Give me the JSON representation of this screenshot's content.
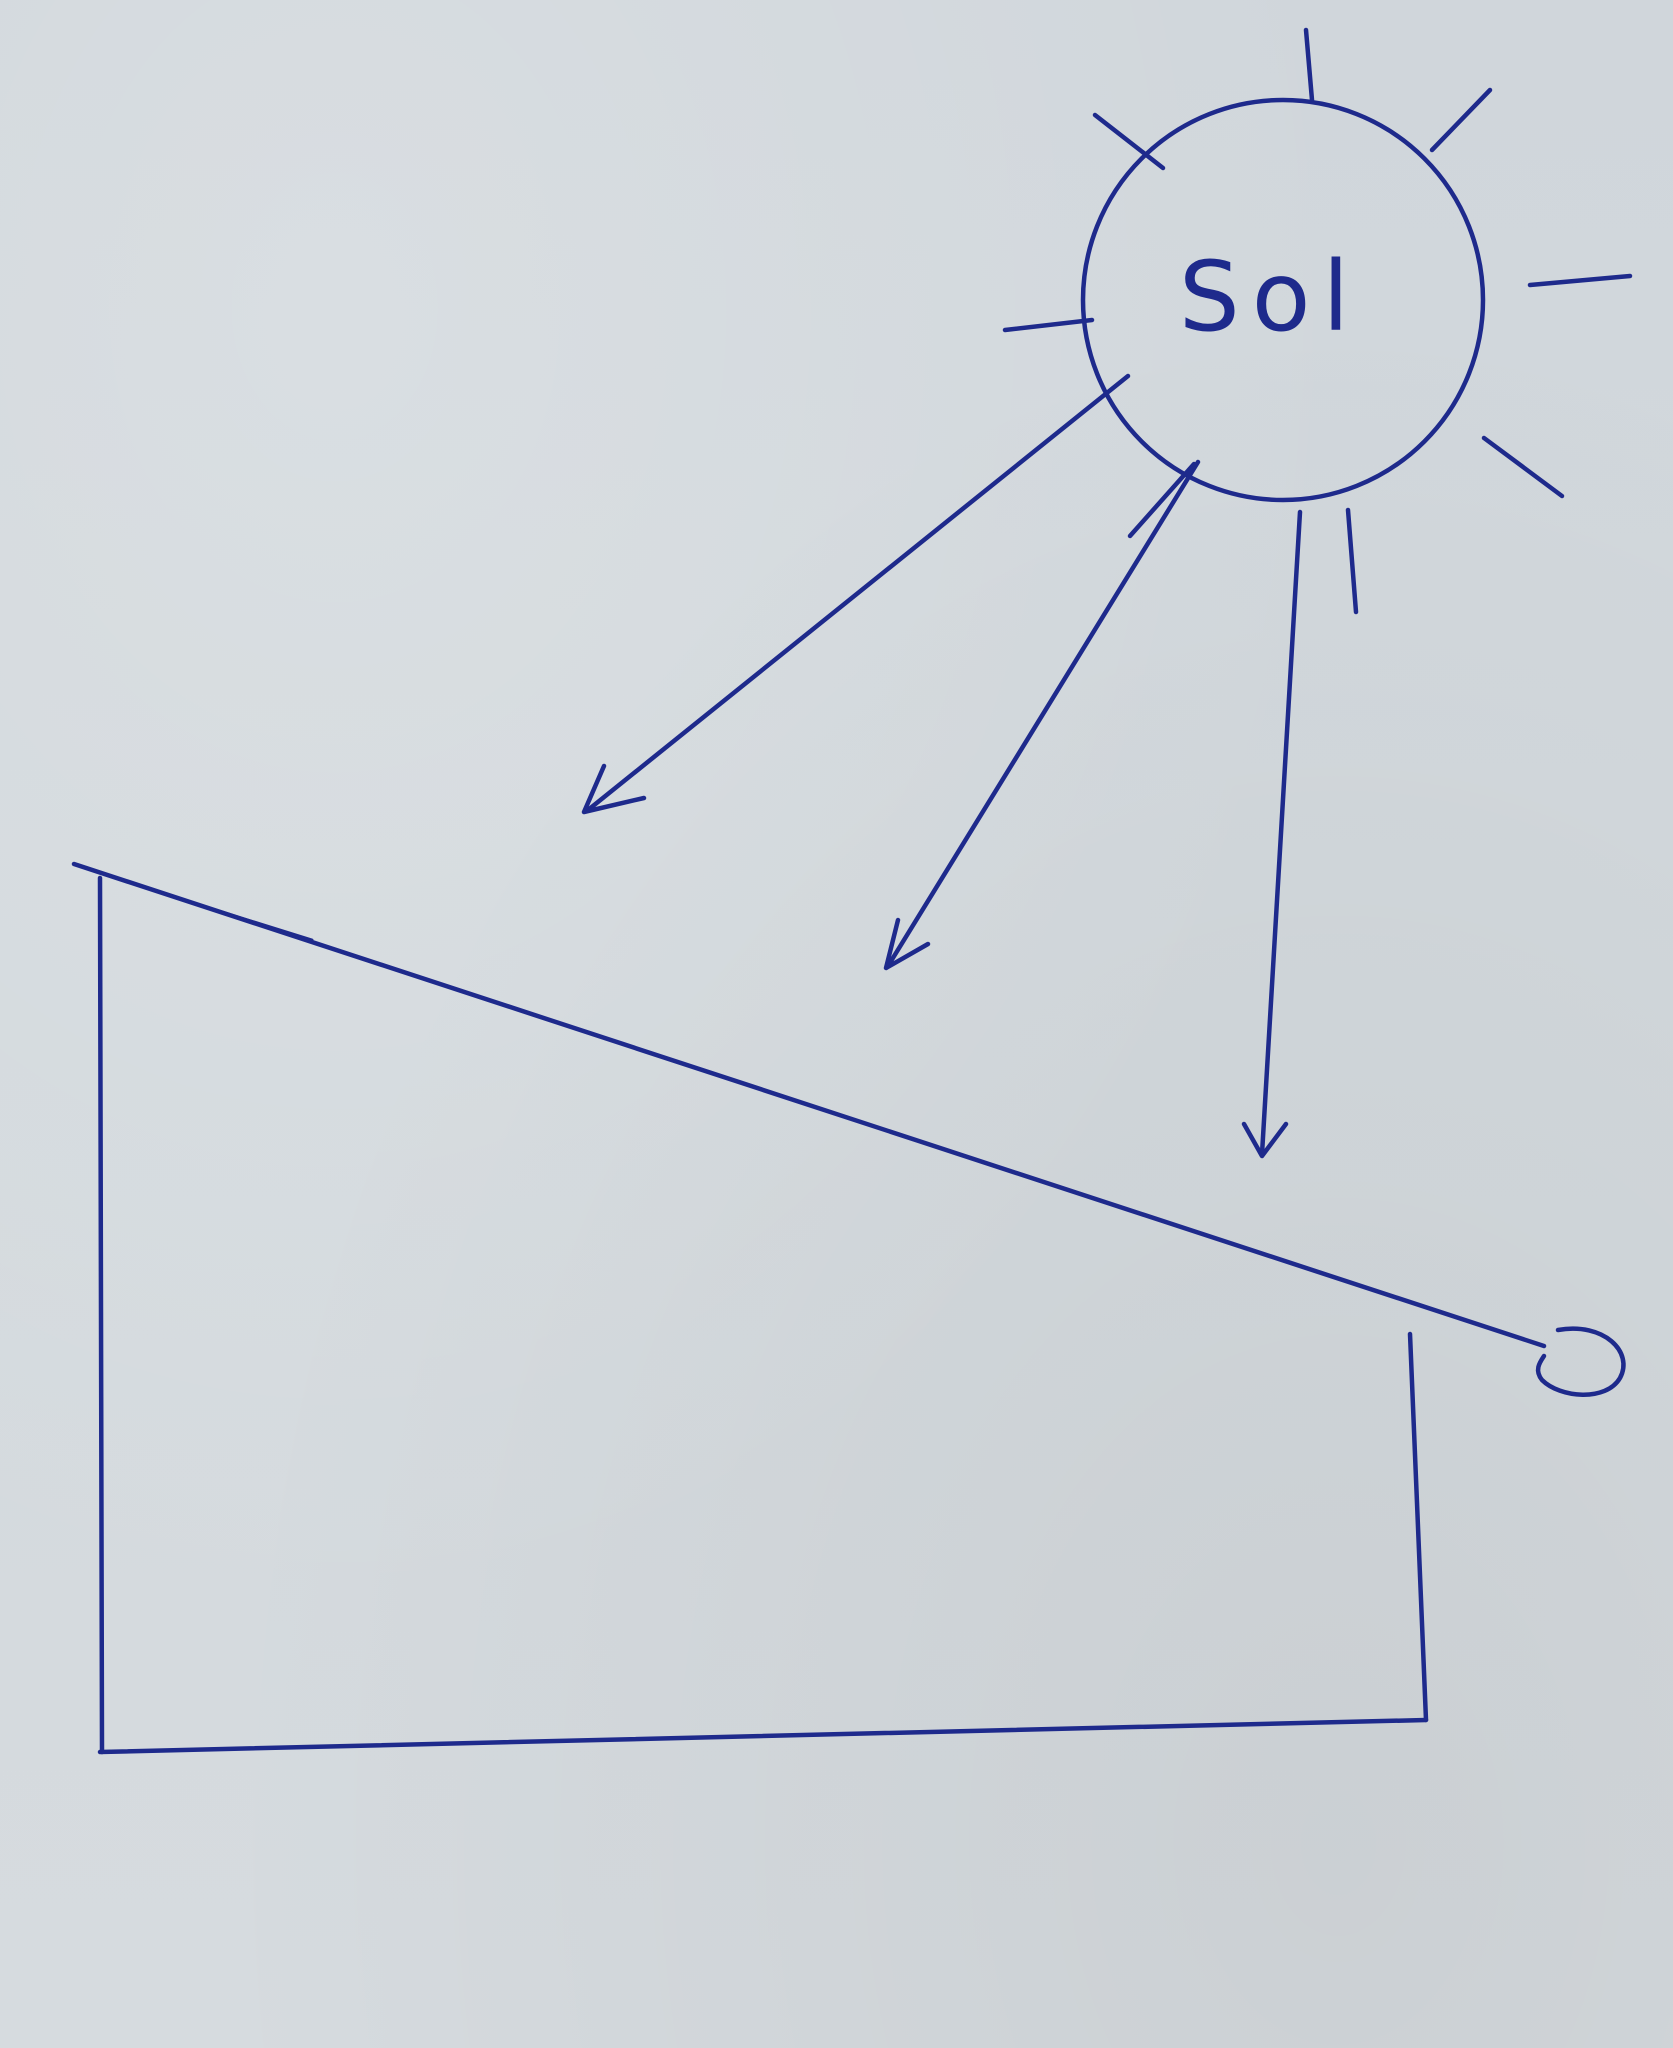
{
  "diagram": {
    "sun_label": "Sol",
    "ink_color": "#1e2a8c",
    "paper_color": "#d3d9dd",
    "elements": {
      "sun": "circle-with-rays",
      "light_rays": "three-arrows-pointing-down-left",
      "structure": "wall-with-sloped-roof",
      "roof_edge": "small-circle-at-roof-tip"
    }
  }
}
